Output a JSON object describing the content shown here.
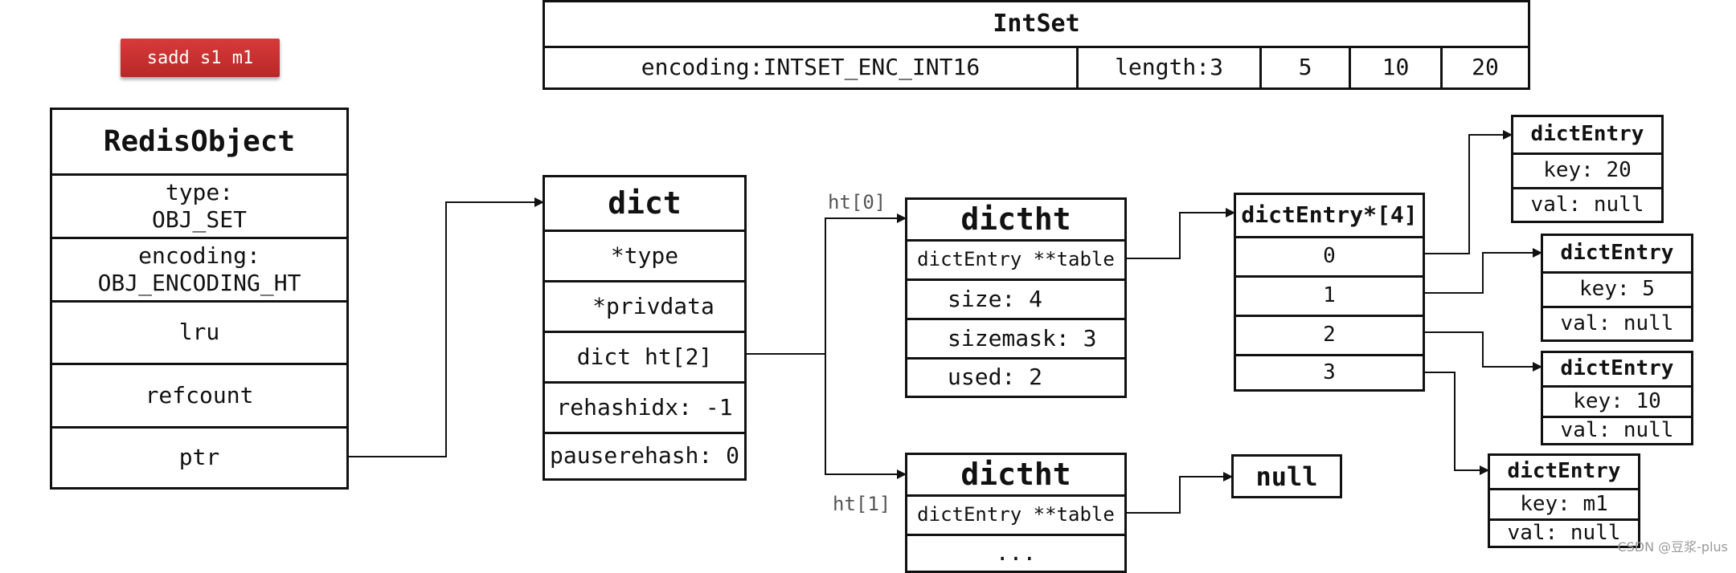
{
  "command": "sadd s1 m1",
  "intset": {
    "title": "IntSet",
    "encoding": "encoding:INTSET_ENC_INT16",
    "length": "length:3",
    "values": [
      "5",
      "10",
      "20"
    ]
  },
  "redis_object": {
    "title": "RedisObject",
    "fields": [
      "type:\nOBJ_SET",
      "encoding:\nOBJ_ENCODING_HT",
      "lru",
      "refcount",
      "ptr"
    ]
  },
  "dict": {
    "title": "dict",
    "fields": [
      "*type",
      "*privdata",
      "dict ht[2]",
      "rehashidx: -1",
      "pauserehash: 0"
    ]
  },
  "labels": {
    "ht0": "ht[0]",
    "ht1": "ht[1]"
  },
  "dictht0": {
    "title": "dictht",
    "fields": [
      "dictEntry **table",
      "size: 4",
      "sizemask: 3",
      "used: 2"
    ]
  },
  "dictht1": {
    "title": "dictht",
    "fields": [
      "dictEntry **table",
      "..."
    ]
  },
  "null_box": "null",
  "table": {
    "title": "dictEntry*[4]",
    "slots": [
      "0",
      "1",
      "2",
      "3"
    ]
  },
  "entries": [
    {
      "title": "dictEntry",
      "key": "key: 20",
      "val": "val: null"
    },
    {
      "title": "dictEntry",
      "key": "key: 5",
      "val": "val: null"
    },
    {
      "title": "dictEntry",
      "key": "key: 10",
      "val": "val: null"
    },
    {
      "title": "dictEntry",
      "key": "key: m1",
      "val": "val: null"
    }
  ],
  "watermark": "CSDN @豆浆-plus"
}
